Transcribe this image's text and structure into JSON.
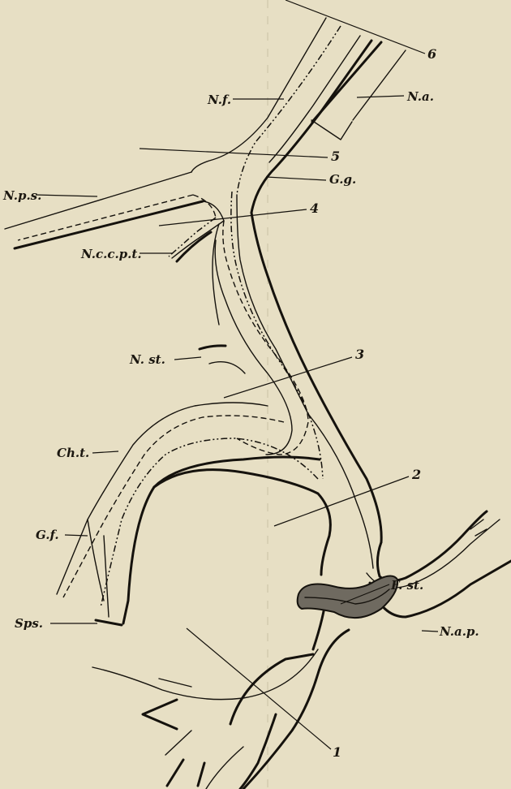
{
  "labels": {
    "nf": "N.f.",
    "na": "N.a.",
    "nps": "N.p.s.",
    "gg": "G.g.",
    "ncc": "N.c.c.p.t.",
    "nst": "N. st.",
    "cht": "Ch.t.",
    "gf": "G.f.",
    "sps": "Sps.",
    "fst": "F. st.",
    "nap": "N.a.p."
  },
  "numbers": {
    "n1": "1",
    "n2": "2",
    "n3": "3",
    "n4": "4",
    "n5": "5",
    "n6": "6"
  },
  "colors": {
    "background": "#e7dfc4",
    "ink": "#15120d",
    "muscle": "#6f6a60"
  }
}
